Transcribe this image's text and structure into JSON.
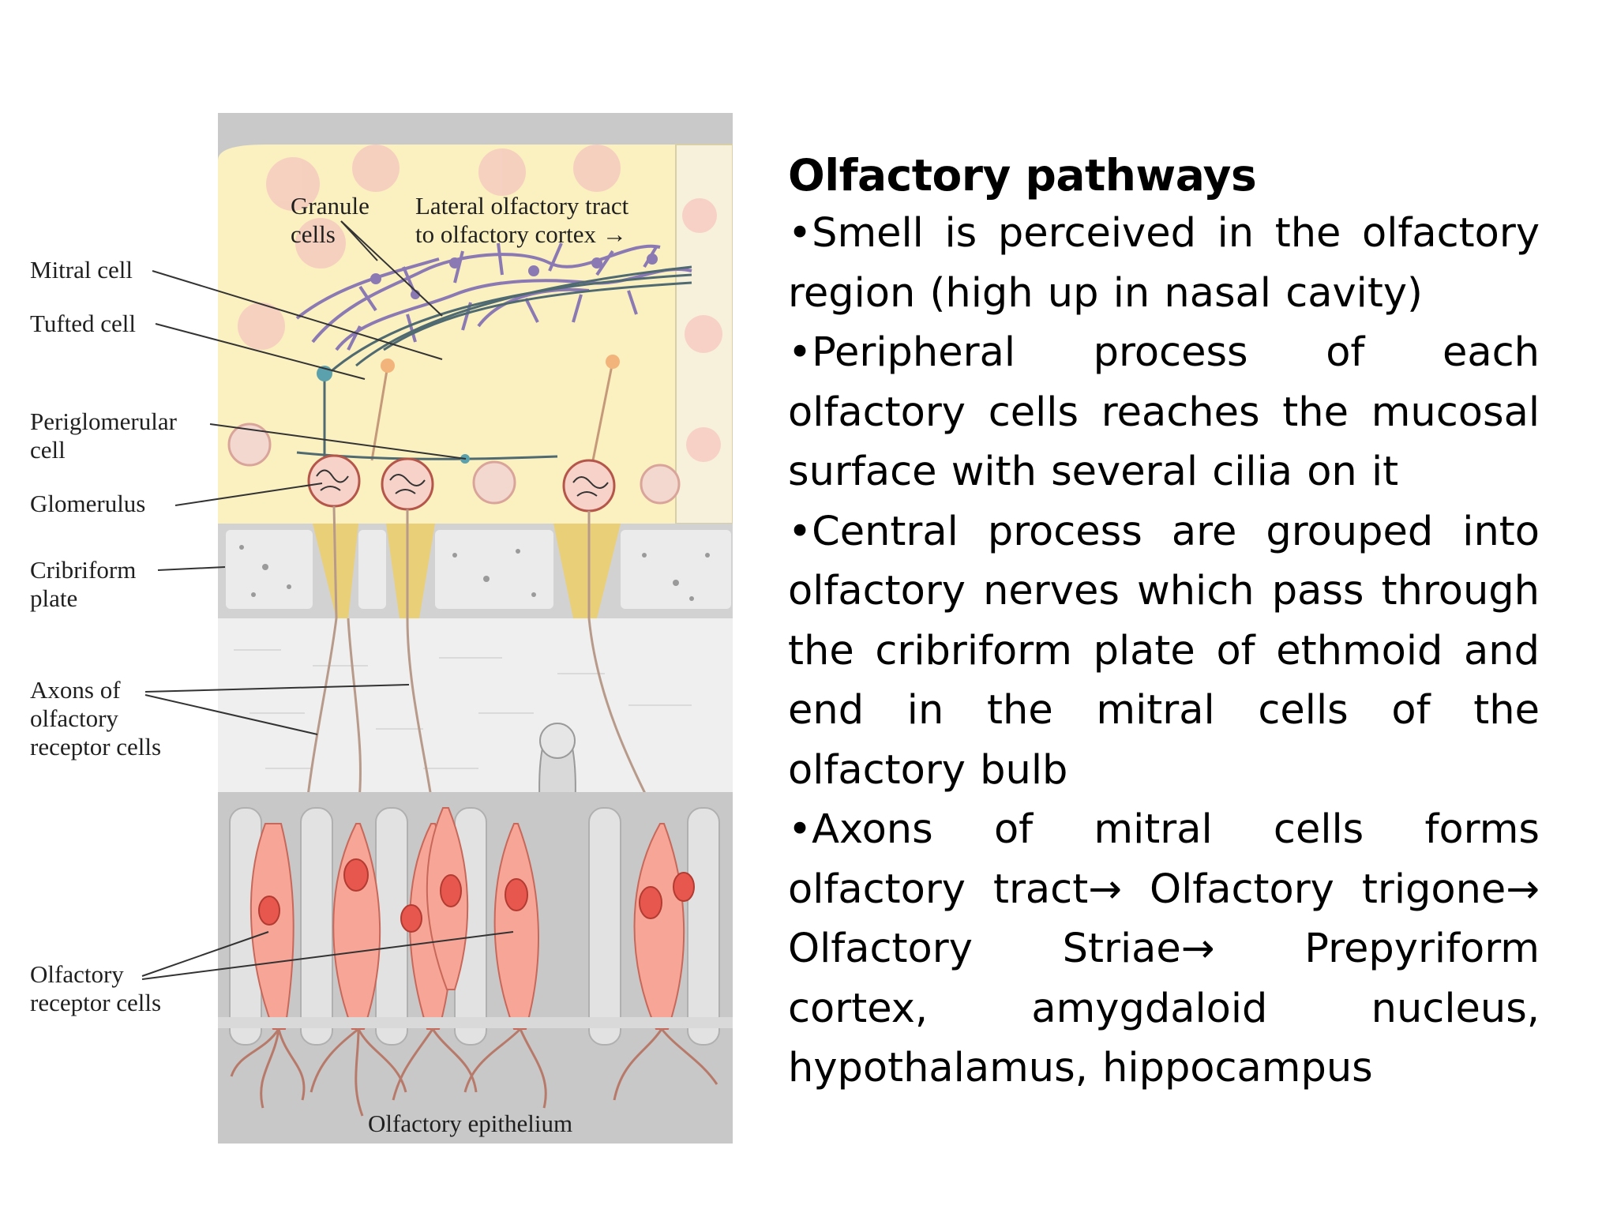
{
  "figure": {
    "labels": {
      "granule_cells": [
        "Granule",
        "cells"
      ],
      "lateral_tract": [
        "Lateral olfactory tract",
        "to olfactory cortex →"
      ],
      "mitral_cell": "Mitral cell",
      "tufted_cell": "Tufted cell",
      "periglomerular_cell": [
        "Periglomerular",
        "cell"
      ],
      "glomerulus": "Glomerulus",
      "cribriform_plate": [
        "Cribriform",
        "plate"
      ],
      "axons": [
        "Axons of",
        "olfactory",
        "receptor cells"
      ],
      "receptor_cells": [
        "Olfactory",
        "receptor cells"
      ],
      "epithelium": "Olfactory epithelium"
    },
    "colors": {
      "bulb": "#fbf0bf",
      "bone": "#e4e4e4",
      "lamina": "#efefef",
      "receptor": "#f6a596",
      "nucleus": "#e8574d",
      "mitral": "#8b79b4",
      "axon": "#b79a8a"
    }
  },
  "text": {
    "title": "Olfactory pathways",
    "bullets": [
      "•Smell is perceived in the olfactory region (high up in nasal cavity)",
      "•Peripheral process of each olfactory cells reaches the mucosal surface with several cilia on it",
      "•Central process are grouped into olfactory nerves which pass through the cribriform plate of ethmoid and end in the mitral cells of the olfactory bulb",
      "•Axons of mitral cells forms olfactory tract→ Olfactory trigone→ Olfactory Striae→ Prepyriform cortex, amygdaloid nucleus, hypothalamus, hippocampus"
    ]
  }
}
